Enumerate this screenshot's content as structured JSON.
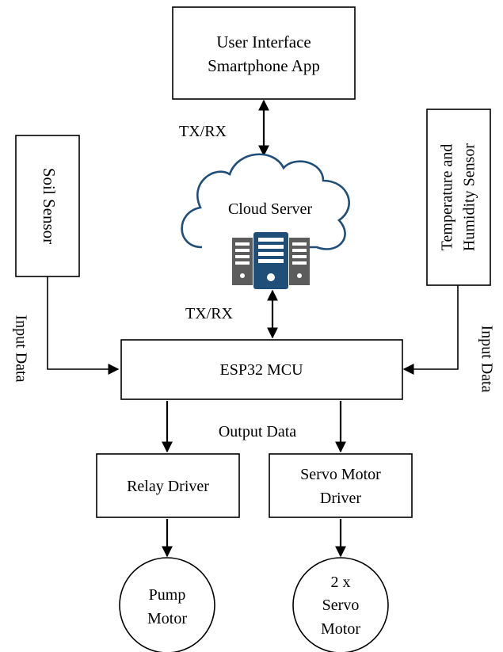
{
  "nodes": {
    "user_interface": {
      "lines": [
        "User Interface",
        "Smartphone App"
      ]
    },
    "cloud_server": {
      "label": "Cloud Server"
    },
    "soil_sensor": {
      "label": "Soil Sensor"
    },
    "temp_humidity_sensor": {
      "lines": [
        "Temperature and",
        "Humidity Sensor"
      ]
    },
    "mcu": {
      "label": "ESP32 MCU"
    },
    "relay_driver": {
      "label": "Relay Driver"
    },
    "servo_driver": {
      "lines": [
        "Servo Motor",
        "Driver"
      ]
    },
    "pump_motor": {
      "lines": [
        "Pump",
        "Motor"
      ]
    },
    "servo_motor": {
      "lines": [
        "2 x",
        "Servo",
        "Motor"
      ]
    }
  },
  "edges": {
    "app_cloud": "TX/RX",
    "cloud_mcu": "TX/RX",
    "input_left": "Input Data",
    "input_right": "Input Data",
    "output": "Output Data"
  },
  "icons": {
    "cloud": "cloud-icon",
    "server": "server-rack-icon"
  },
  "colors": {
    "server_dark": "#5c5c5c",
    "server_blue": "#1f4e79",
    "cloud_stroke": "#1f4e79",
    "line": "#000000"
  }
}
